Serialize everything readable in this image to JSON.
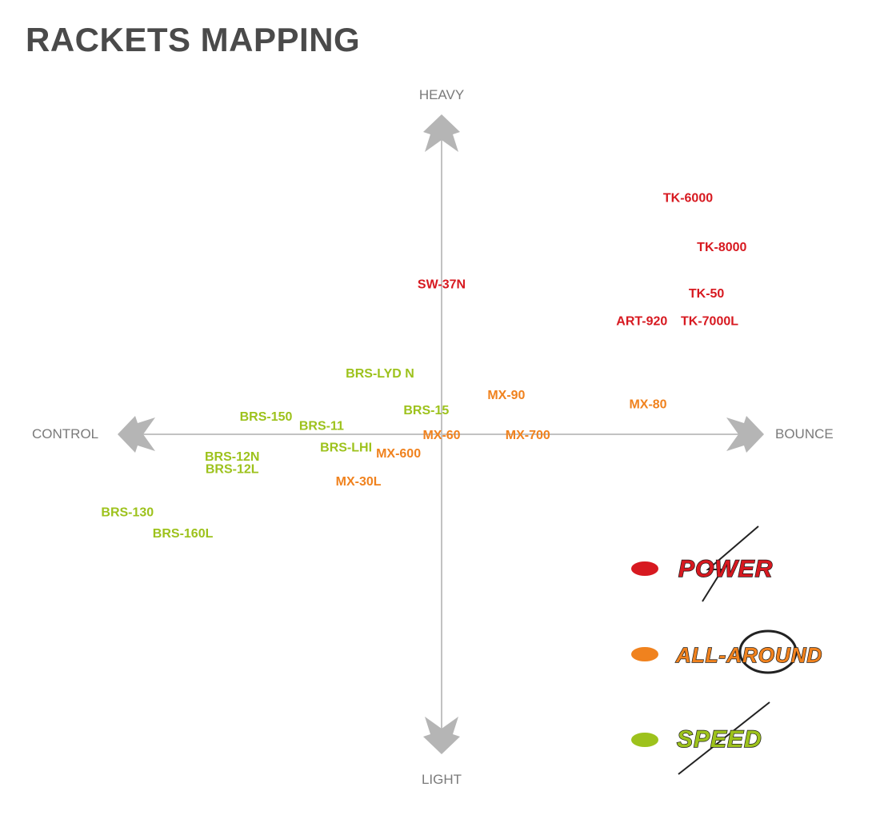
{
  "page": {
    "title": "RACKETS MAPPING"
  },
  "chart_data": {
    "type": "scatter",
    "title": "RACKETS MAPPING",
    "axes": {
      "x_neg_label": "CONTROL",
      "x_pos_label": "BOUNCE",
      "y_pos_label": "HEAVY",
      "y_neg_label": "LIGHT"
    },
    "xlim": [
      -10,
      10
    ],
    "ylim": [
      -10,
      10
    ],
    "grid": false,
    "legend_placement": "bottom-right",
    "categories": [
      {
        "key": "power",
        "label": "POWER",
        "color": "#d71920"
      },
      {
        "key": "allround",
        "label": "ALL-AROUND",
        "color": "#f0821e"
      },
      {
        "key": "speed",
        "label": "SPEED",
        "color": "#9dc21c"
      }
    ],
    "points": [
      {
        "label": "TK-6000",
        "x": 8.0,
        "y": 7.7,
        "category": "power"
      },
      {
        "label": "TK-8000",
        "x": 9.1,
        "y": 6.1,
        "category": "power"
      },
      {
        "label": "TK-50",
        "x": 8.6,
        "y": 4.6,
        "category": "power"
      },
      {
        "label": "ART-920",
        "x": 6.5,
        "y": 3.7,
        "category": "power"
      },
      {
        "label": "TK-7000L",
        "x": 8.7,
        "y": 3.7,
        "category": "power"
      },
      {
        "label": "SW-37N",
        "x": 0.0,
        "y": 4.9,
        "category": "power"
      },
      {
        "label": "MX-90",
        "x": 2.1,
        "y": 1.3,
        "category": "allround"
      },
      {
        "label": "MX-80",
        "x": 6.7,
        "y": 1.0,
        "category": "allround"
      },
      {
        "label": "MX-60",
        "x": 0.0,
        "y": 0.0,
        "category": "allround"
      },
      {
        "label": "MX-700",
        "x": 2.8,
        "y": 0.0,
        "category": "allround"
      },
      {
        "label": "MX-600",
        "x": -1.4,
        "y": -0.6,
        "category": "allround"
      },
      {
        "label": "MX-30L",
        "x": -2.7,
        "y": -1.5,
        "category": "allround"
      },
      {
        "label": "BRS-LYD N",
        "x": -2.0,
        "y": 2.0,
        "category": "speed"
      },
      {
        "label": "BRS-15",
        "x": -0.5,
        "y": 0.8,
        "category": "speed"
      },
      {
        "label": "BRS-150",
        "x": -5.7,
        "y": 0.6,
        "category": "speed"
      },
      {
        "label": "BRS-11",
        "x": -3.9,
        "y": 0.3,
        "category": "speed"
      },
      {
        "label": "BRS-LHI",
        "x": -3.1,
        "y": -0.4,
        "category": "speed"
      },
      {
        "label": "BRS-12N",
        "x": -6.8,
        "y": -0.7,
        "category": "speed"
      },
      {
        "label": "BRS-12L",
        "x": -6.8,
        "y": -1.1,
        "category": "speed"
      },
      {
        "label": "BRS-130",
        "x": -10.2,
        "y": -2.5,
        "category": "speed"
      },
      {
        "label": "BRS-160L",
        "x": -8.4,
        "y": -3.2,
        "category": "speed"
      }
    ]
  }
}
